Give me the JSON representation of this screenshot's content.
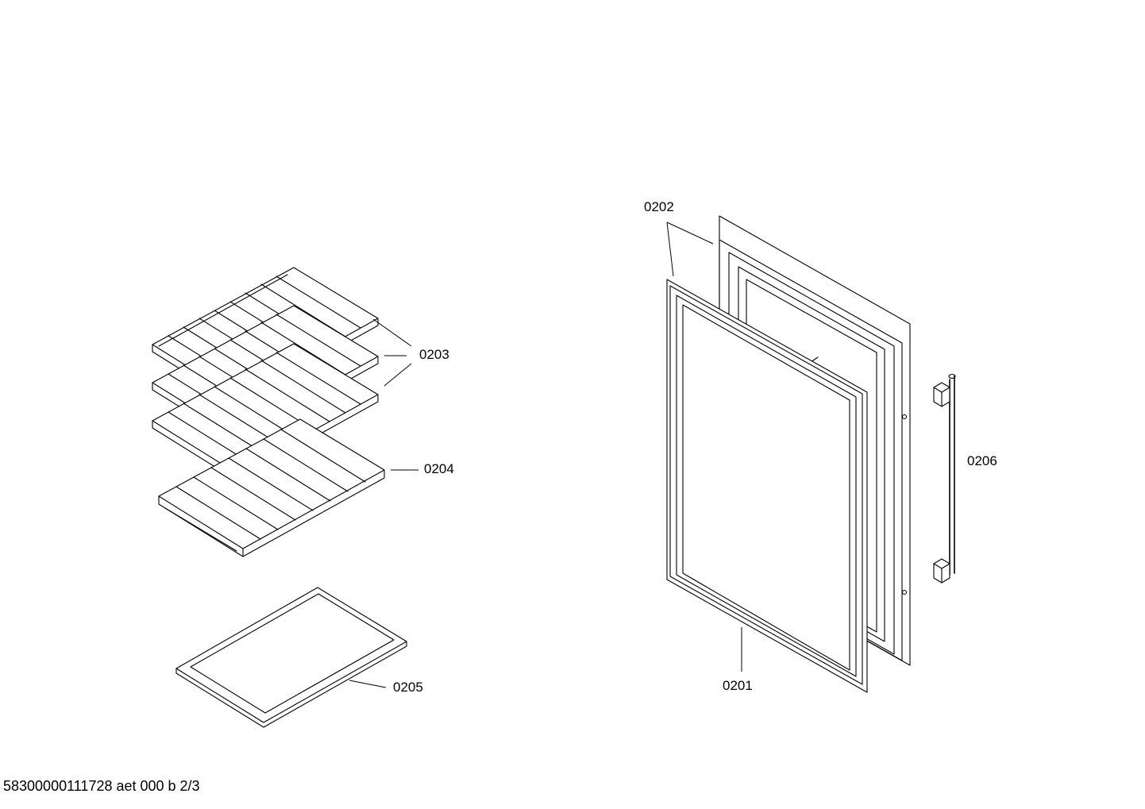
{
  "part_labels": {
    "door_frame": "0201",
    "door_gasket": "0202",
    "bottle_shelf": "0203",
    "bottle_shelf_lower": "0204",
    "glass_shelf": "0205",
    "door_handle": "0206"
  },
  "footer": {
    "doc_id": "58300000111728 aet 000 b 2/3"
  }
}
